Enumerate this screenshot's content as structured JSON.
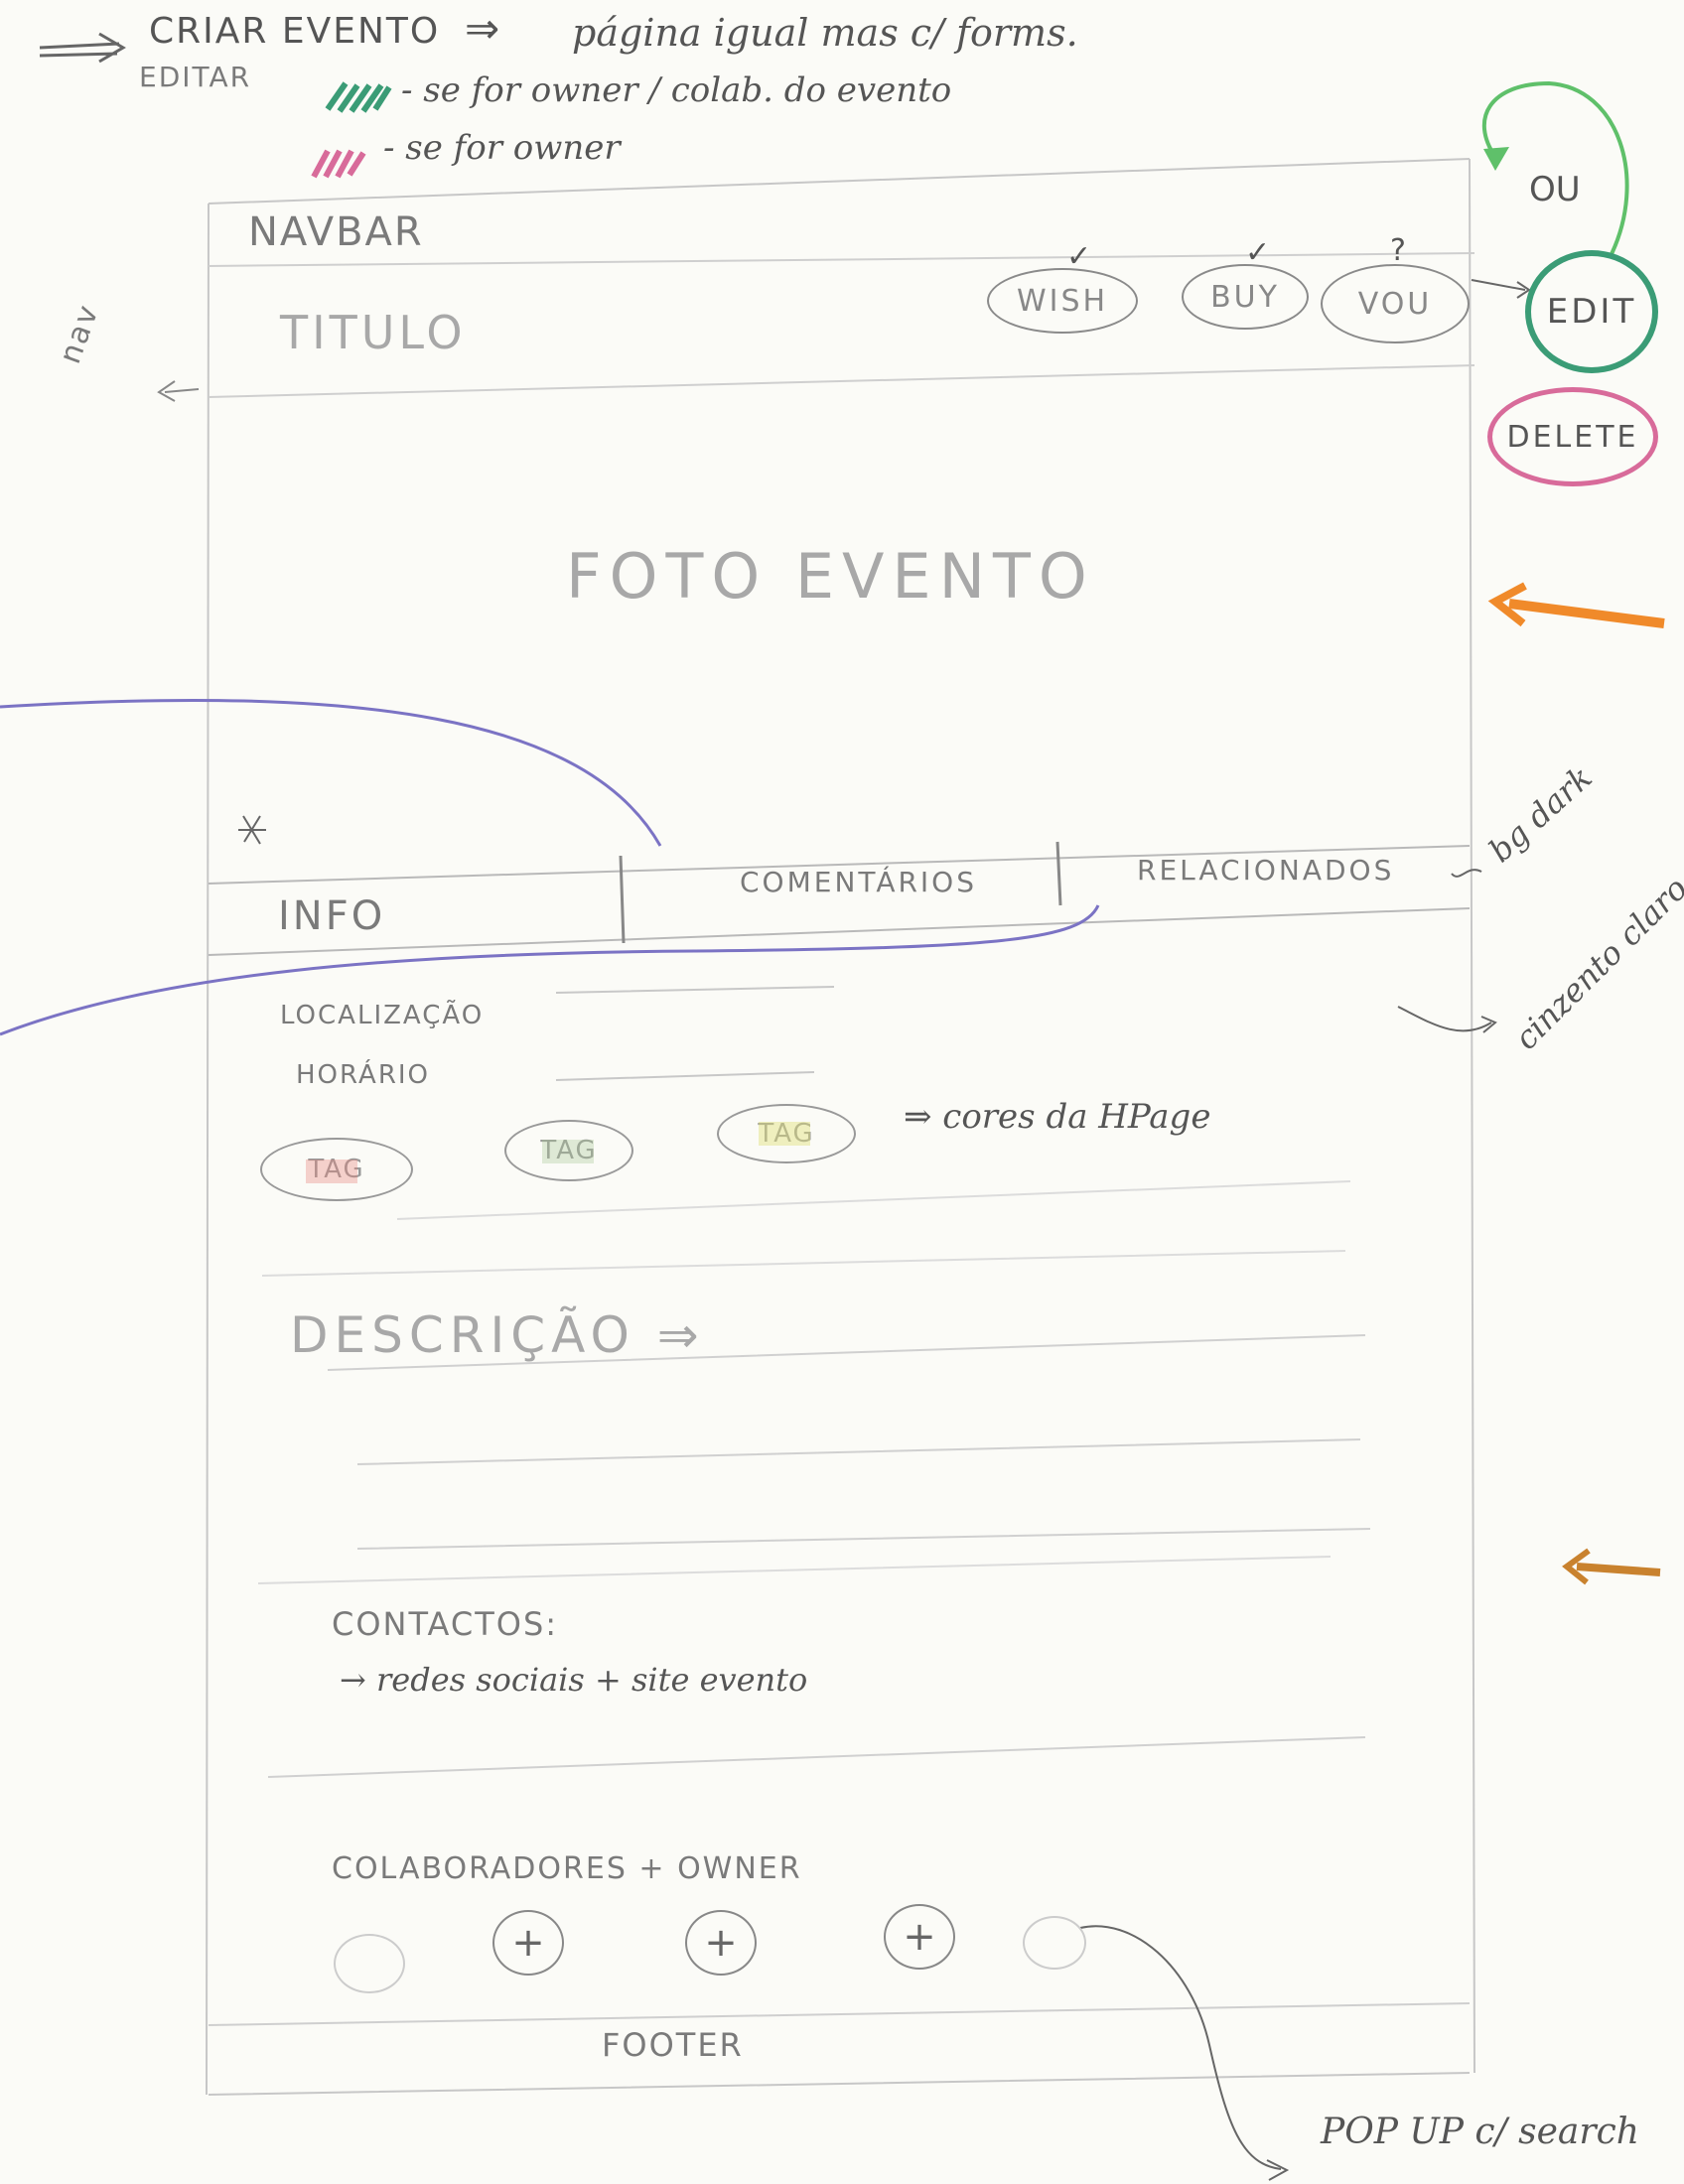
{
  "header_notes": {
    "line1_left": "CRIAR EVENTO",
    "line1_arrow": "⇒",
    "line1_right": "página igual mas c/ forms.",
    "line2": "EDITAR",
    "legend_green": "- se for owner / colab. do evento",
    "legend_pink": "- se for owner",
    "green_color": "#3b9c76",
    "pink_color": "#d86b9a"
  },
  "wireframe": {
    "navbar": "NAVBAR",
    "title": "TITULO",
    "buttons": {
      "wish": "WISH",
      "buy": "BUY",
      "vou": "VOU",
      "wish_mark": "✓",
      "buy_mark": "✓",
      "vou_mark": "?"
    },
    "photo": "FOTO EVENTO",
    "tabs": {
      "info": "INFO",
      "comments": "COMENTÁRIOS",
      "related": "RELACIONADOS"
    },
    "info": {
      "location": "LOCALIZAÇÃO",
      "schedule": "HORÁRIO",
      "tags": [
        "TAG",
        "TAG",
        "TAG"
      ],
      "tags_note": "⇒ cores da HPage"
    },
    "description": "DESCRIÇÃO ⇒",
    "contacts": {
      "title": "CONTACTOS:",
      "line": "→ redes sociais + site evento"
    },
    "collaborators": {
      "title": "COLABORADORES + OWNER",
      "add_symbol": "+"
    },
    "footer": "FOOTER"
  },
  "side_annotations": {
    "ou": "OU",
    "edit": "EDIT",
    "delete": "DELETE",
    "nav": "nav",
    "bg_dark": "bg dark",
    "light_grey": "cinzento claro",
    "popup": "POP UP c/ search"
  }
}
